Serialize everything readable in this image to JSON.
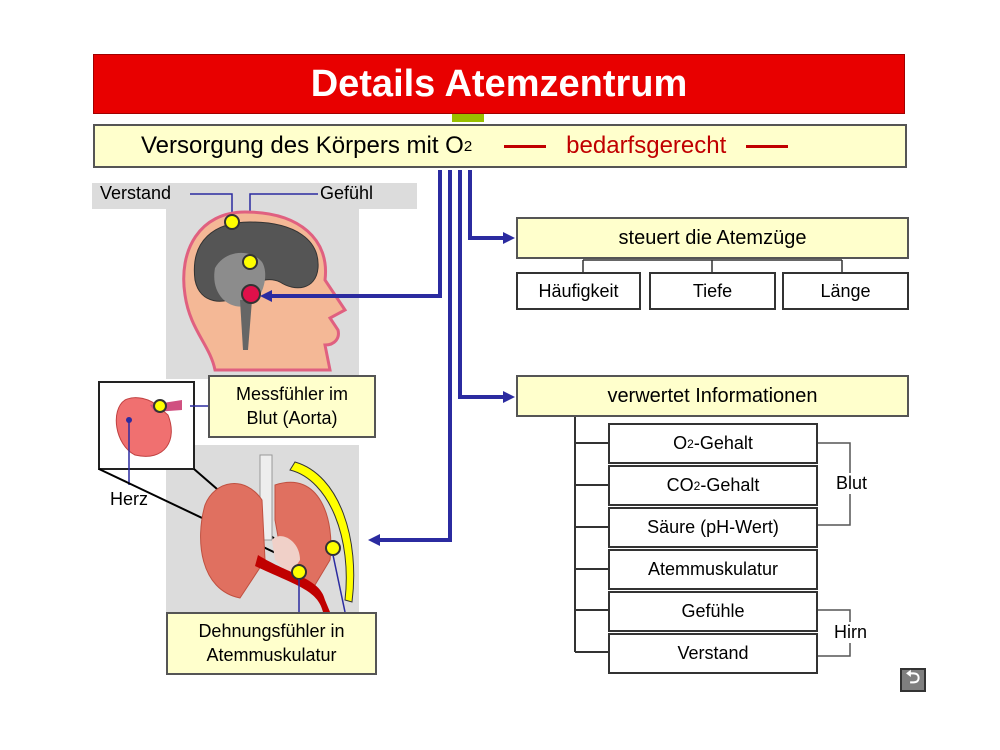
{
  "title": "Details Atemzentrum",
  "subtitle": {
    "text": "Versorgung des Körpers mit O",
    "sub": "2",
    "right": "bedarfsgerecht"
  },
  "brain_labels": {
    "verstand": "Verstand",
    "gefuehl": "Gefühl"
  },
  "sensor_blood": {
    "line1": "Messfühler im",
    "line2": "Blut (Aorta)"
  },
  "herz": "Herz",
  "sensor_muscle": {
    "line1": "Dehnungsfühler in",
    "line2": "Atemmuskulatur"
  },
  "steuert": {
    "title": "steuert die Atemzüge",
    "items": [
      "Häufigkeit",
      "Tiefe",
      "Länge"
    ]
  },
  "verwertet": {
    "title": "verwertet Informationen",
    "items": [
      {
        "main": "O",
        "sub": "2",
        "rest": "-Gehalt"
      },
      {
        "main": "CO",
        "sub": "2",
        "rest": "-Gehalt"
      },
      {
        "main": "Säure (pH-Wert)",
        "sub": "",
        "rest": ""
      },
      {
        "main": "Atemmuskulatur",
        "sub": "",
        "rest": ""
      },
      {
        "main": "Gefühle",
        "sub": "",
        "rest": ""
      },
      {
        "main": "Verstand",
        "sub": "",
        "rest": ""
      }
    ],
    "group_blut": "Blut",
    "group_hirn": "Hirn"
  },
  "colors": {
    "title_red": "#e80000",
    "accent_red": "#c00000",
    "arrow_blue": "#2b2ba0",
    "box_yellow": "#ffffcc"
  },
  "icons": {
    "return": "return-arrow-icon"
  }
}
